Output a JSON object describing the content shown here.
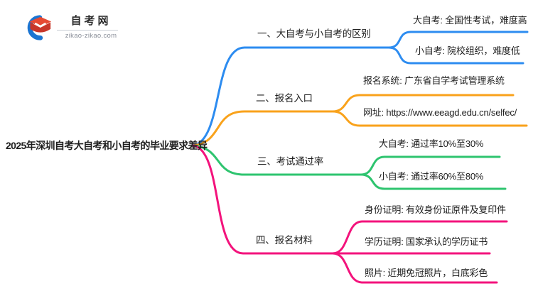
{
  "logo": {
    "site_name": "自考网",
    "domain": "zikao-zikao.com"
  },
  "central": {
    "title": "2025年深圳自考大自考和小自考的毕业要求差异"
  },
  "branches": [
    {
      "label": "一、大自考与小自考的区别",
      "color": "#2d8cf0",
      "children": [
        "大自考: 全国性考试，难度高",
        "小自考: 院校组织，难度低"
      ]
    },
    {
      "label": "二、报名入口",
      "color": "#f9a21b",
      "children": [
        "报名系统: 广东省自学考试管理系统",
        "网址: https://www.eeagd.edu.cn/selfec/"
      ]
    },
    {
      "label": "三、考试通过率",
      "color": "#2ec46f",
      "children": [
        "大自考: 通过率10%至30%",
        "小自考: 通过率60%至80%"
      ]
    },
    {
      "label": "四、报名材料",
      "color": "#f3137c",
      "children": [
        "身份证明: 有效身份证原件及复印件",
        "学历证明: 国家承认的学历证书",
        "照片: 近期免冠照片，白底彩色"
      ]
    }
  ],
  "logo_colors": {
    "crescent_blue": "#1b75d2",
    "cap_red": "#e64a33",
    "cap_red_dark": "#c8372a"
  }
}
